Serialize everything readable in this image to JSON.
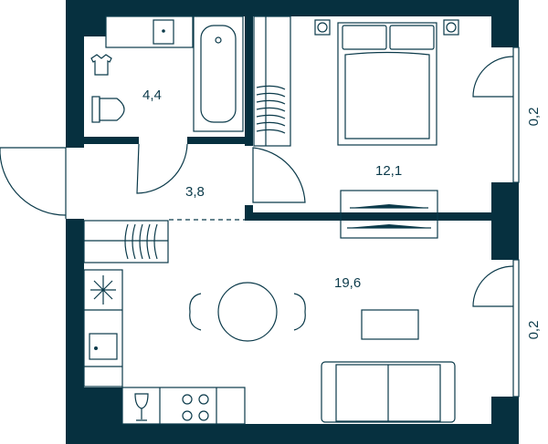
{
  "colors": {
    "wall": "#06303f",
    "line": "#0b3a4a",
    "background": "#ffffff"
  },
  "rooms": [
    {
      "id": "bathroom",
      "area": "4,4"
    },
    {
      "id": "hallway",
      "area": "3,8"
    },
    {
      "id": "bedroom",
      "area": "12,1"
    },
    {
      "id": "living-kitchen",
      "area": "19,6"
    }
  ],
  "balconies": [
    {
      "id": "balcony-upper",
      "area": "0,2"
    },
    {
      "id": "balcony-lower",
      "area": "0,2"
    }
  ],
  "icons": [
    "bathtub",
    "toilet",
    "sink",
    "washing-machine",
    "bed",
    "radiator",
    "socket",
    "stove",
    "wine-glass",
    "table",
    "sofa",
    "tv-stand"
  ]
}
